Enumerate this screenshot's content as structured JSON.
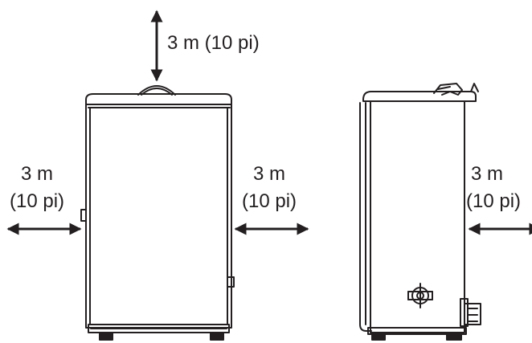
{
  "labels": {
    "top": "3 m (10 pi)",
    "left_line1": "3 m",
    "left_line2": "(10 pi)",
    "middle_line1": "3 m",
    "middle_line2": "(10 pi)",
    "right_line1": "3 m",
    "right_line2": "(10 pi)"
  },
  "colors": {
    "ink": "#231f20",
    "background": "#ffffff"
  },
  "icons": {
    "appliance_front": "appliance-front-view-icon",
    "appliance_side": "appliance-side-view-icon",
    "arrow": "double-headed-arrow-icon"
  }
}
